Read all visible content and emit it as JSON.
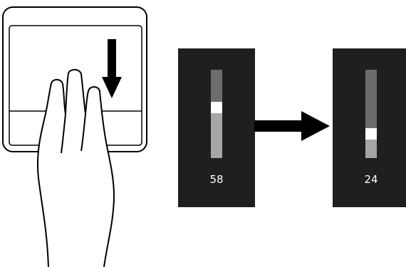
{
  "gesture": {
    "fingers": 3,
    "direction": "down",
    "icon": "three-finger-swipe-down-icon"
  },
  "volume_before": {
    "label": "58",
    "level": 0.58
  },
  "volume_after": {
    "label": "24",
    "level": 0.24
  },
  "colors": {
    "panel_bg": "#1f1f1f",
    "track": "#6c6c6c",
    "fill": "#a6a6a6",
    "thumb": "#ffffff",
    "text": "#ffffff",
    "arrow": "#000000"
  }
}
